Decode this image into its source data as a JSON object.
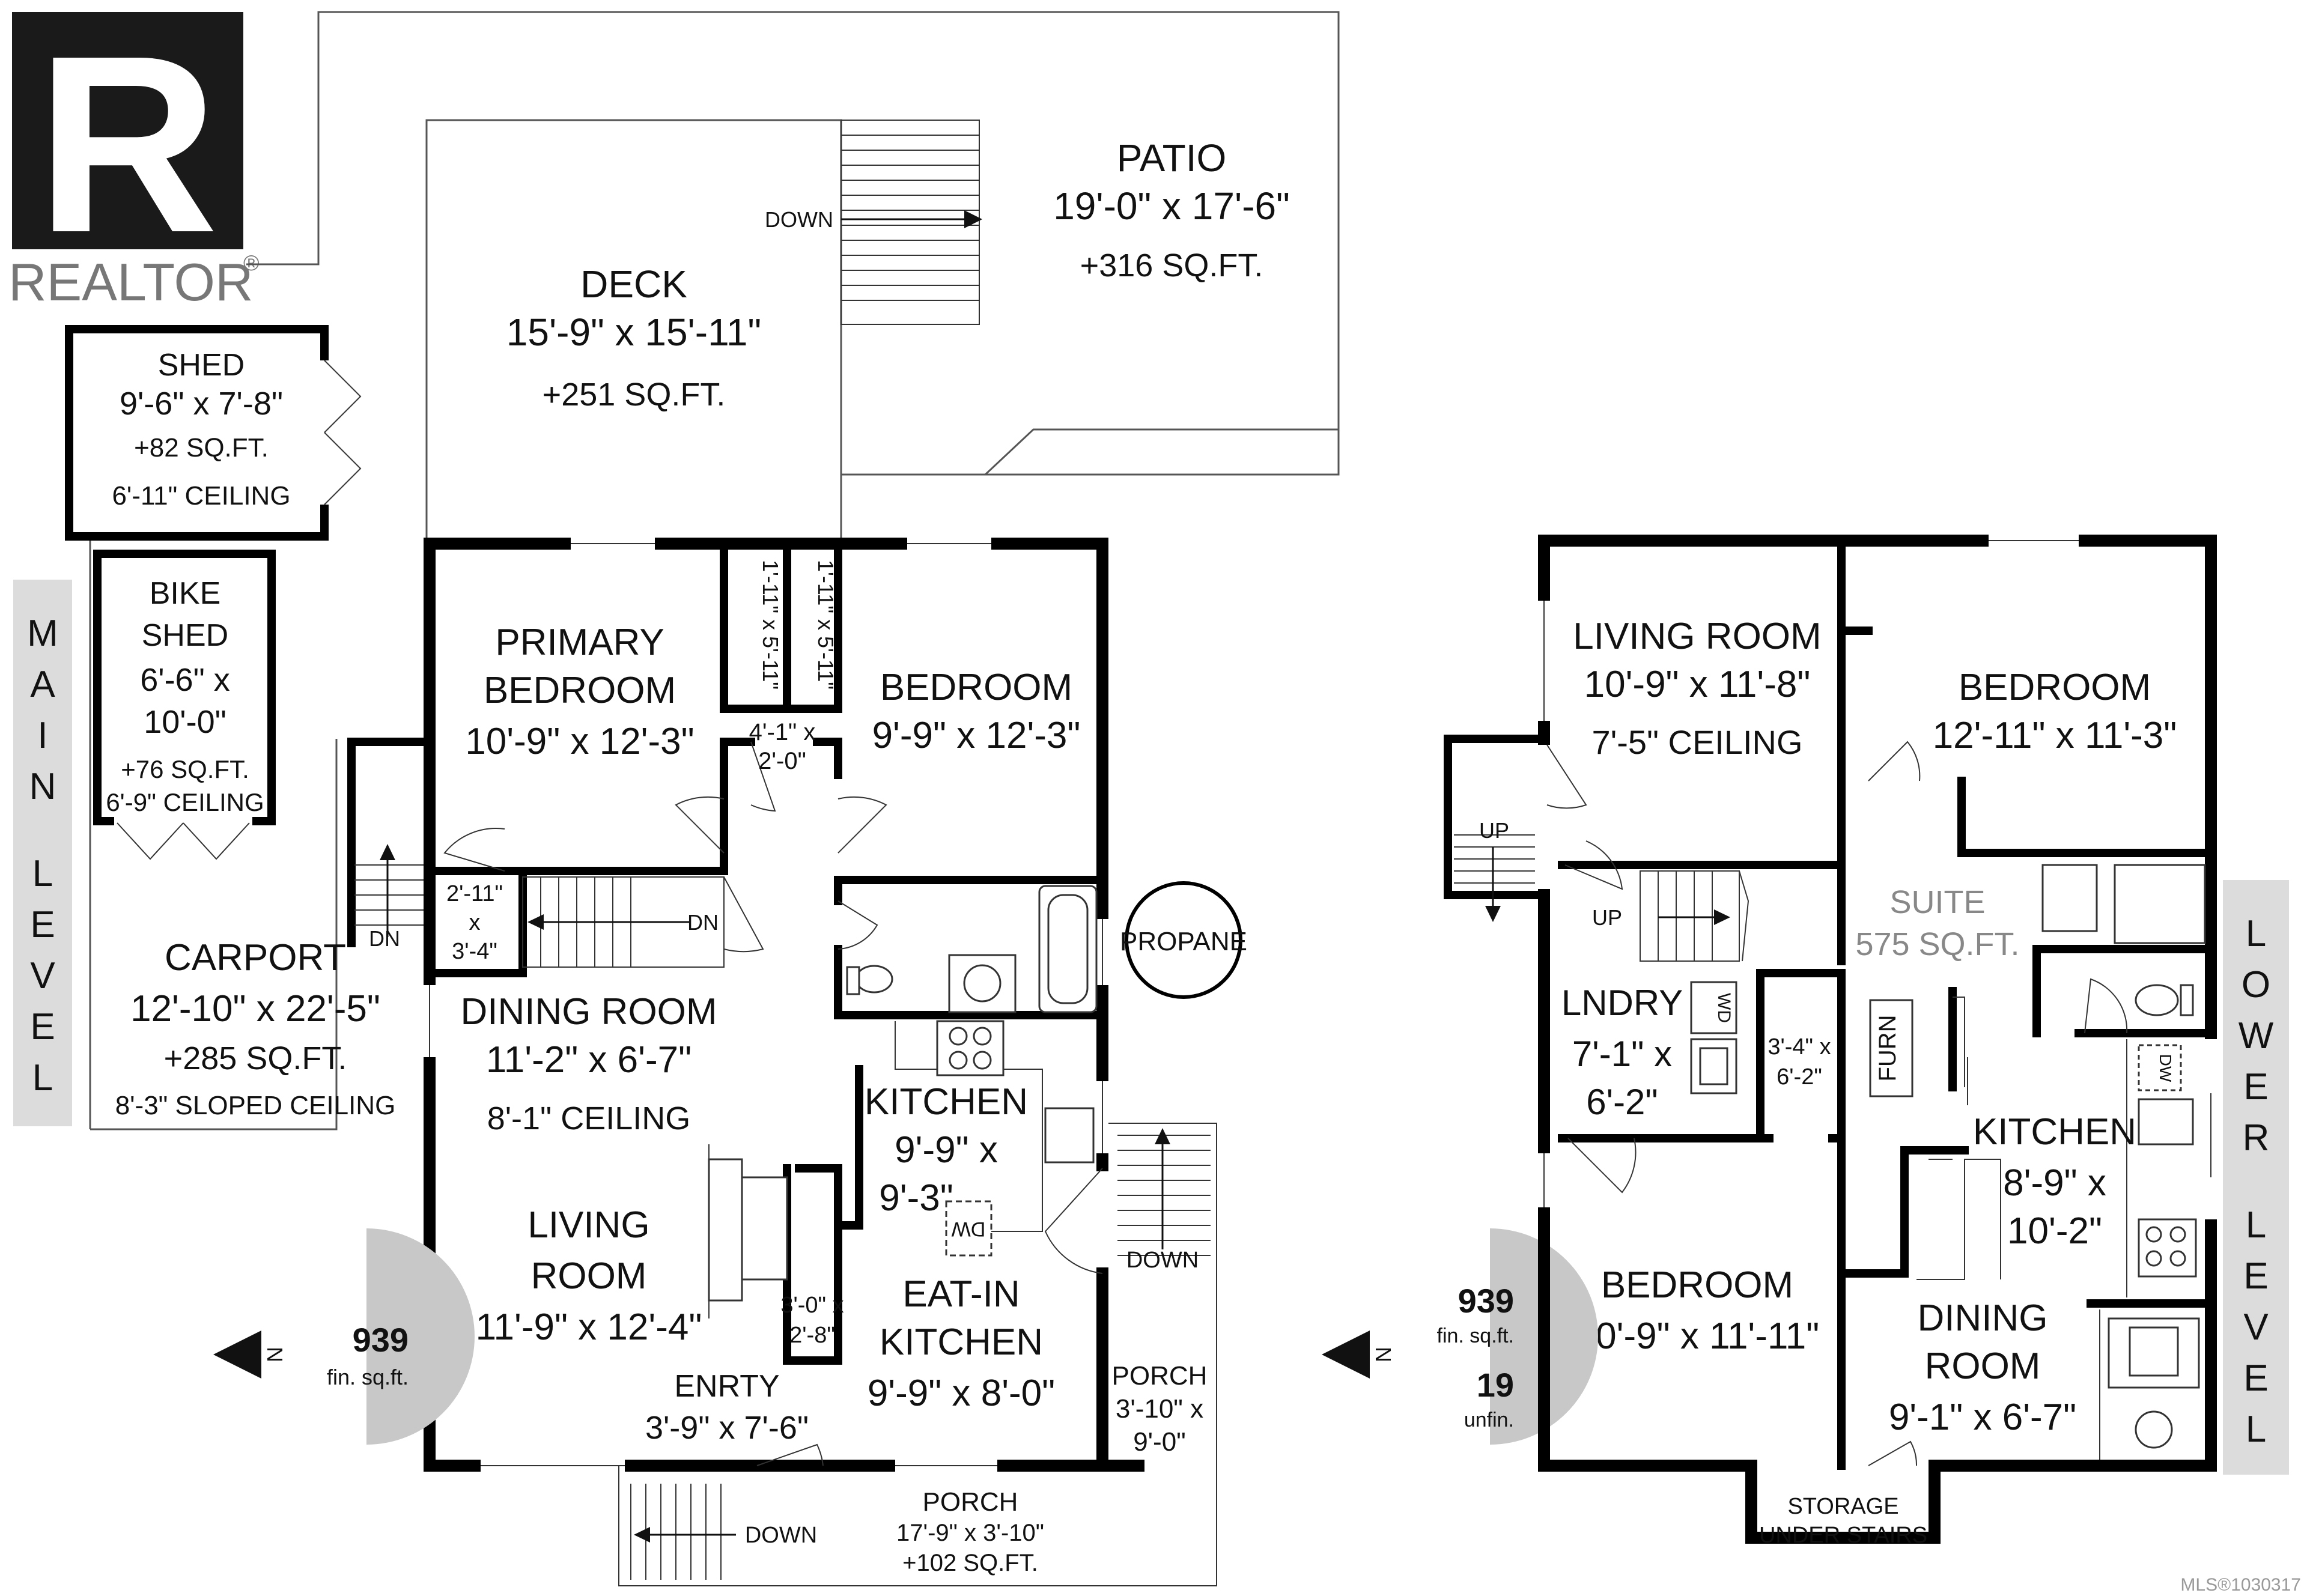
{
  "brand": {
    "logo_letter": "R",
    "wordmark": "REALTOR",
    "registered": "®"
  },
  "main": {
    "level_label": [
      "M",
      "A",
      "I",
      "N",
      "",
      "L",
      "E",
      "V",
      "E",
      "L"
    ],
    "patio": {
      "name": "PATIO",
      "dims": "19'-0\" x 17'-6\"",
      "area": "+316 SQ.FT."
    },
    "deck": {
      "name": "DECK",
      "dims": "15'-9\" x 15'-11\"",
      "area": "+251 SQ.FT."
    },
    "shed": {
      "name": "SHED",
      "dims": "9'-6\" x 7'-8\"",
      "area": "+82 SQ.FT.",
      "ceiling": "6'-11\" CEILING"
    },
    "bike_shed": {
      "name1": "BIKE",
      "name2": "SHED",
      "dims1": "6'-6\" x",
      "dims2": "10'-0\"",
      "area": "+76 SQ.FT.",
      "ceiling": "6'-9\" CEILING"
    },
    "carport": {
      "name": "CARPORT",
      "dims": "12'-10\" x 22'-5\"",
      "area": "+285 SQ.FT.",
      "ceiling": "8'-3\" SLOPED  CEILING"
    },
    "primary": {
      "name1": "PRIMARY",
      "name2": "BEDROOM",
      "dims": "10'-9\" x 12'-3\""
    },
    "closet1": "1'-11\" x 5'-11\"",
    "closet2": "1'-11\" x 5'-11\"",
    "closet3": {
      "l1": "4'-1\" x",
      "l2": "2'-0\""
    },
    "bedroom": {
      "name": "BEDROOM",
      "dims": "9'-9\" x 12'-3\""
    },
    "closet4": {
      "l1": "2'-11\"",
      "l2": "x",
      "l3": "3'-4\""
    },
    "dn1": "DN",
    "dn2": "DN",
    "down_deck": "DOWN",
    "down_side": "DOWN",
    "down_front": "DOWN",
    "propane": "PROPANE",
    "dining": {
      "name": "DINING ROOM",
      "dims": "11'-2\" x 6'-7\"",
      "ceiling": "8'-1\" CEILING"
    },
    "living": {
      "name1": "LIVING",
      "name2": "ROOM",
      "dims": "11'-9\" x 12'-4\""
    },
    "kitchen": {
      "name": "KITCHEN",
      "dims1": "9'-9\" x",
      "dims2": "9'-3\""
    },
    "dw": "DW",
    "closet5": {
      "l1": "3'-0\" x",
      "l2": "2'-8\""
    },
    "eatin": {
      "name1": "EAT-IN",
      "name2": "KITCHEN",
      "dims": "9'-9\" x 8'-0\""
    },
    "entry": {
      "name": "ENRTY",
      "dims": "3'-9\" x 7'-6\""
    },
    "porch_side": {
      "name": "PORCH",
      "l1": "3'-10\" x",
      "l2": "9'-0\""
    },
    "porch_front": {
      "name": "PORCH",
      "dims": "17'-9\" x 3'-10\"",
      "area": "+102 SQ.FT."
    },
    "badge": {
      "value": "939",
      "unit": "fin. sq.ft.",
      "north": "N"
    }
  },
  "lower": {
    "level_label": [
      "L",
      "O",
      "W",
      "E",
      "R",
      "",
      "L",
      "E",
      "V",
      "E",
      "L"
    ],
    "living": {
      "name": "LIVING ROOM",
      "dims": "10'-9\" x 11'-8\"",
      "ceiling": "7'-5\" CEILING"
    },
    "bedroom1": {
      "name": "BEDROOM",
      "dims": "12'-11\" x 11'-3\""
    },
    "up1": "UP",
    "up2": "UP",
    "suite": {
      "name": "SUITE",
      "area": "575 SQ.FT."
    },
    "laundry": {
      "name": "LNDRY",
      "dims1": "7'-1\" x",
      "dims2": "6'-2\""
    },
    "wd": "WD",
    "closet": {
      "l1": "3'-4\" x",
      "l2": "6'-2\""
    },
    "furn": "FURN",
    "dw": "DW",
    "kitchen": {
      "name": "KITCHEN",
      "dims1": "8'-9\" x",
      "dims2": "10'-2\""
    },
    "bedroom2": {
      "name": "BEDROOM",
      "dims": "10'-9\" x 11'-11\""
    },
    "dining": {
      "name1": "DINING",
      "name2": "ROOM",
      "dims": "9'-1\" x 6'-7\""
    },
    "storage": {
      "l1": "STORAGE",
      "l2": "UNDER STAIRS"
    },
    "badge": {
      "value1": "939",
      "unit1": "fin. sq.ft.",
      "value2": "19",
      "unit2": "unfin.",
      "north": "N"
    }
  },
  "mls": "MLS®1030317"
}
